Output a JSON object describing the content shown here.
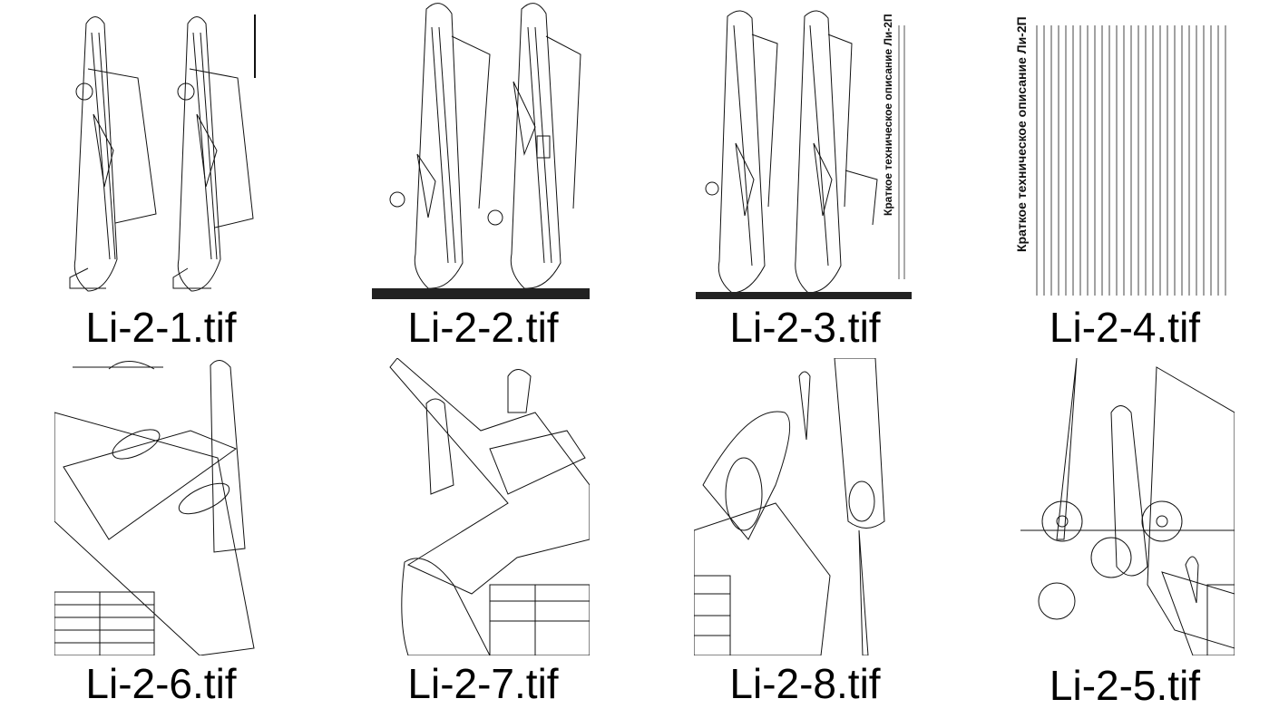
{
  "gallery": {
    "items": [
      {
        "name": "Li-2-1.tif"
      },
      {
        "name": "Li-2-2.tif"
      },
      {
        "name": "Li-2-3.tif"
      },
      {
        "name": "Li-2-4.tif"
      },
      {
        "name": "Li-2-6.tif"
      },
      {
        "name": "Li-2-7.tif"
      },
      {
        "name": "Li-2-8.tif"
      },
      {
        "name": "Li-2-5.tif"
      }
    ]
  },
  "page_lettering": {
    "title_4": "Краткое техническое описание Ли-2П",
    "title_3": "Краткое техническое описание Ли-2П"
  },
  "colors": {
    "ink": "#000000",
    "paper": "#ffffff",
    "rule": "#1a1a1a"
  }
}
